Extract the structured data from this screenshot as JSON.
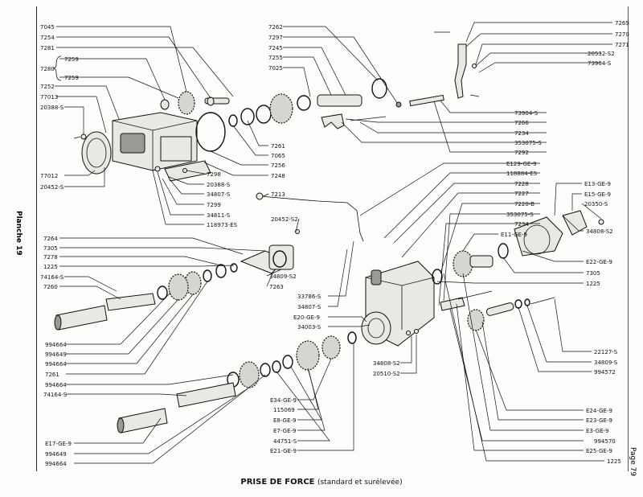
{
  "caption": {
    "title": "PRISE DE FORCE",
    "subtitle": "(standard et surélevée)"
  },
  "side_label": "Planche 19",
  "page_label": "Page 79",
  "callouts": {
    "l7045": "7045",
    "l7254": "7254",
    "l7281": "7281",
    "l7280": "7280",
    "l7259a": "7259",
    "l7259b": "7259",
    "l7252": "7252",
    "l77013": "77013",
    "l20388s": "20388-S",
    "l77012": "77012",
    "l20452s": "20452-S",
    "l7262": "7262",
    "l7297": "7297",
    "l7245": "7245",
    "l7255": "7255",
    "l7025": "7025",
    "l7261a": "7261",
    "l7065": "7065",
    "l7256": "7256",
    "l7248": "7248",
    "l7298": "7298",
    "l20388s2": "20388-S",
    "l34807s": "34807-S",
    "l7299": "7299",
    "l34811s": "34811-S",
    "l118973es": "118973-ES",
    "l7269": "7269",
    "l7270": "7270",
    "l7271": "7271",
    "l20532s2": "20532-S2",
    "l73904sa": "73904-S",
    "l73904sb": "73904-S",
    "l7266": "7266",
    "l7234a": "7234",
    "l353075sa": "353075-S",
    "l7292": "7292",
    "le129": "E129-GE-9",
    "l118884es": "118884-ES",
    "l7228": "7228",
    "l7227": "7227",
    "l7220b": "7220-B",
    "l353075sb": "353075-S",
    "l7234b": "7234",
    "l7213": "7213",
    "l20452s2": "20452-S2",
    "le13": "E13-GE-9",
    "le15": "E15-GE-9",
    "l20350s": "20350-S",
    "le11": "E11-GE-9",
    "l34808s2a": "34808-S2",
    "le22": "E22-GE-9",
    "l7305b": "7305",
    "l1225b": "1225",
    "l7264": "7264",
    "l7305a": "7305",
    "l7278": "7278",
    "l1225a": "1225",
    "l74164sa": "74164-S",
    "l7260": "7260",
    "l34809s2": "34809-S2",
    "l7263": "7263",
    "l33786s": "33786-S",
    "l34807sb": "34807-S",
    "le20": "E20-GE-9",
    "l34003s": "34003-S",
    "l994664a": "994664",
    "l994649a": "994649",
    "l994664b": "994664",
    "l7261b": "7261",
    "l994664c": "994664",
    "l74164sb": "74164-S",
    "l34808s2b": "34808-S2",
    "l20510s2": "20510-S2",
    "le34": "E34-GE-9",
    "l115069": "115069",
    "le8": "E8-GE-9",
    "le7": "E7-GE-9",
    "l44751s": "44751-S",
    "le21": "E21-GE-9",
    "le17": "E17-GE-9",
    "l994649b": "994649",
    "l994664d": "994664",
    "l22127s": "22127-S",
    "l34809s": "34809-S",
    "l994572": "994572",
    "le24": "E24-GE-9",
    "le23": "E23-GE-9",
    "le3": "E3-GE-9",
    "l994570": "994570",
    "le25": "E25-GE-9",
    "l1225c": "1225"
  }
}
